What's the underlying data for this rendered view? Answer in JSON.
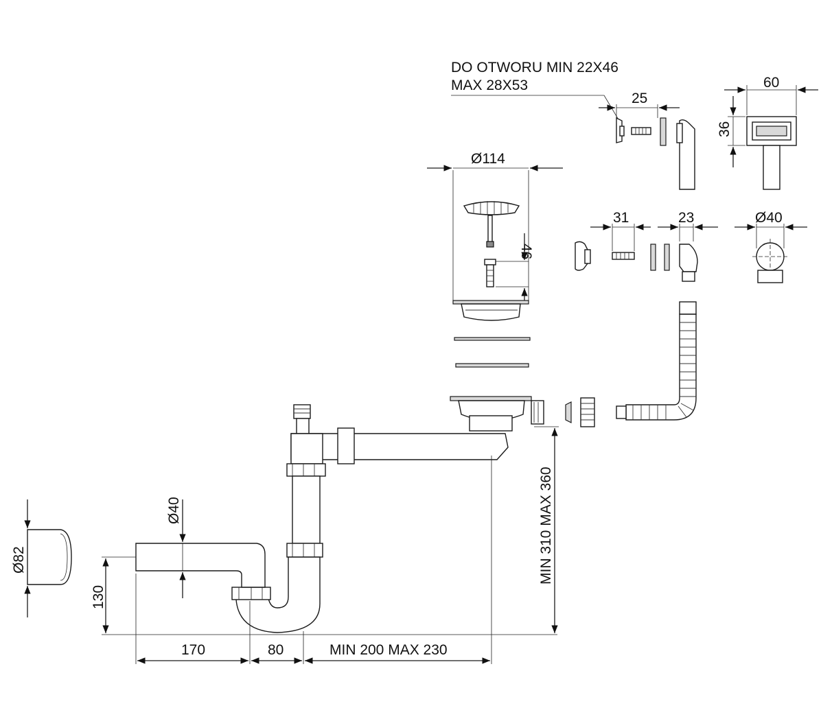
{
  "note": {
    "line1": "DO OTWORU MIN 22X46",
    "line2": "MAX 28X53"
  },
  "dimensions": {
    "d25": "25",
    "d60": "60",
    "d36": "36",
    "d114": "Ø114",
    "d46": "46",
    "d31": "31",
    "d23": "23",
    "d40_top": "Ø40",
    "d40_left": "Ø40",
    "d82": "Ø82",
    "d130": "130",
    "d170": "170",
    "d80": "80",
    "d_min200": "MIN 200 MAX 230",
    "d_min310": "MIN 310 MAX 360"
  }
}
